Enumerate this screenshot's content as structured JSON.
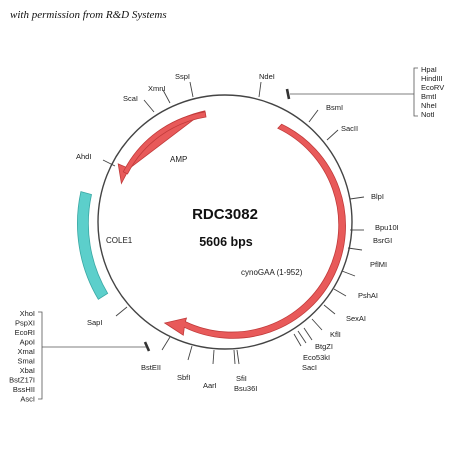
{
  "credit": "with permission from R&D Systems",
  "plasmid": {
    "name": "RDC3082",
    "size": "5606 bps"
  },
  "features": [
    {
      "id": "amp",
      "label": "AMP",
      "color": "#e85a5a"
    },
    {
      "id": "cole1",
      "label": "COLE1",
      "color": "#5ccfcb"
    },
    {
      "id": "cynogaa",
      "label": "cynoGAA (1-952)",
      "color": "#e85a5a"
    }
  ],
  "sites": {
    "ndei": "NdeI",
    "sspi": "SspI",
    "xmni": "XmnI",
    "scai": "ScaI",
    "ahdi": "AhdI",
    "sapi": "SapI",
    "bsmi": "BsmI",
    "sacii": "SacII",
    "blpi": "BlpI",
    "bpu10i": "Bpu10I",
    "bsrgi": "BsrGI",
    "pflmi": "PflMI",
    "pshai": "PshAI",
    "sexai": "SexAI",
    "kfli": "KflI",
    "btgzi": "BtgZI",
    "eco53ki": "Eco53kI",
    "saci": "SacI",
    "sfii": "SfiI",
    "bsu36i": "Bsu36I",
    "aari": "AarI",
    "sbfi": "SbfI",
    "bsteii": "BstEII",
    "mcs_top": [
      "HpaI",
      "HindIII",
      "EcoRV",
      "BmtI",
      "NheI",
      "NotI"
    ],
    "mcs_left": [
      "XhoI",
      "PspXI",
      "EcoRI",
      "ApoI",
      "XmaI",
      "SmaI",
      "XbaI",
      "BstZ17I",
      "BssHII",
      "AscI"
    ]
  }
}
